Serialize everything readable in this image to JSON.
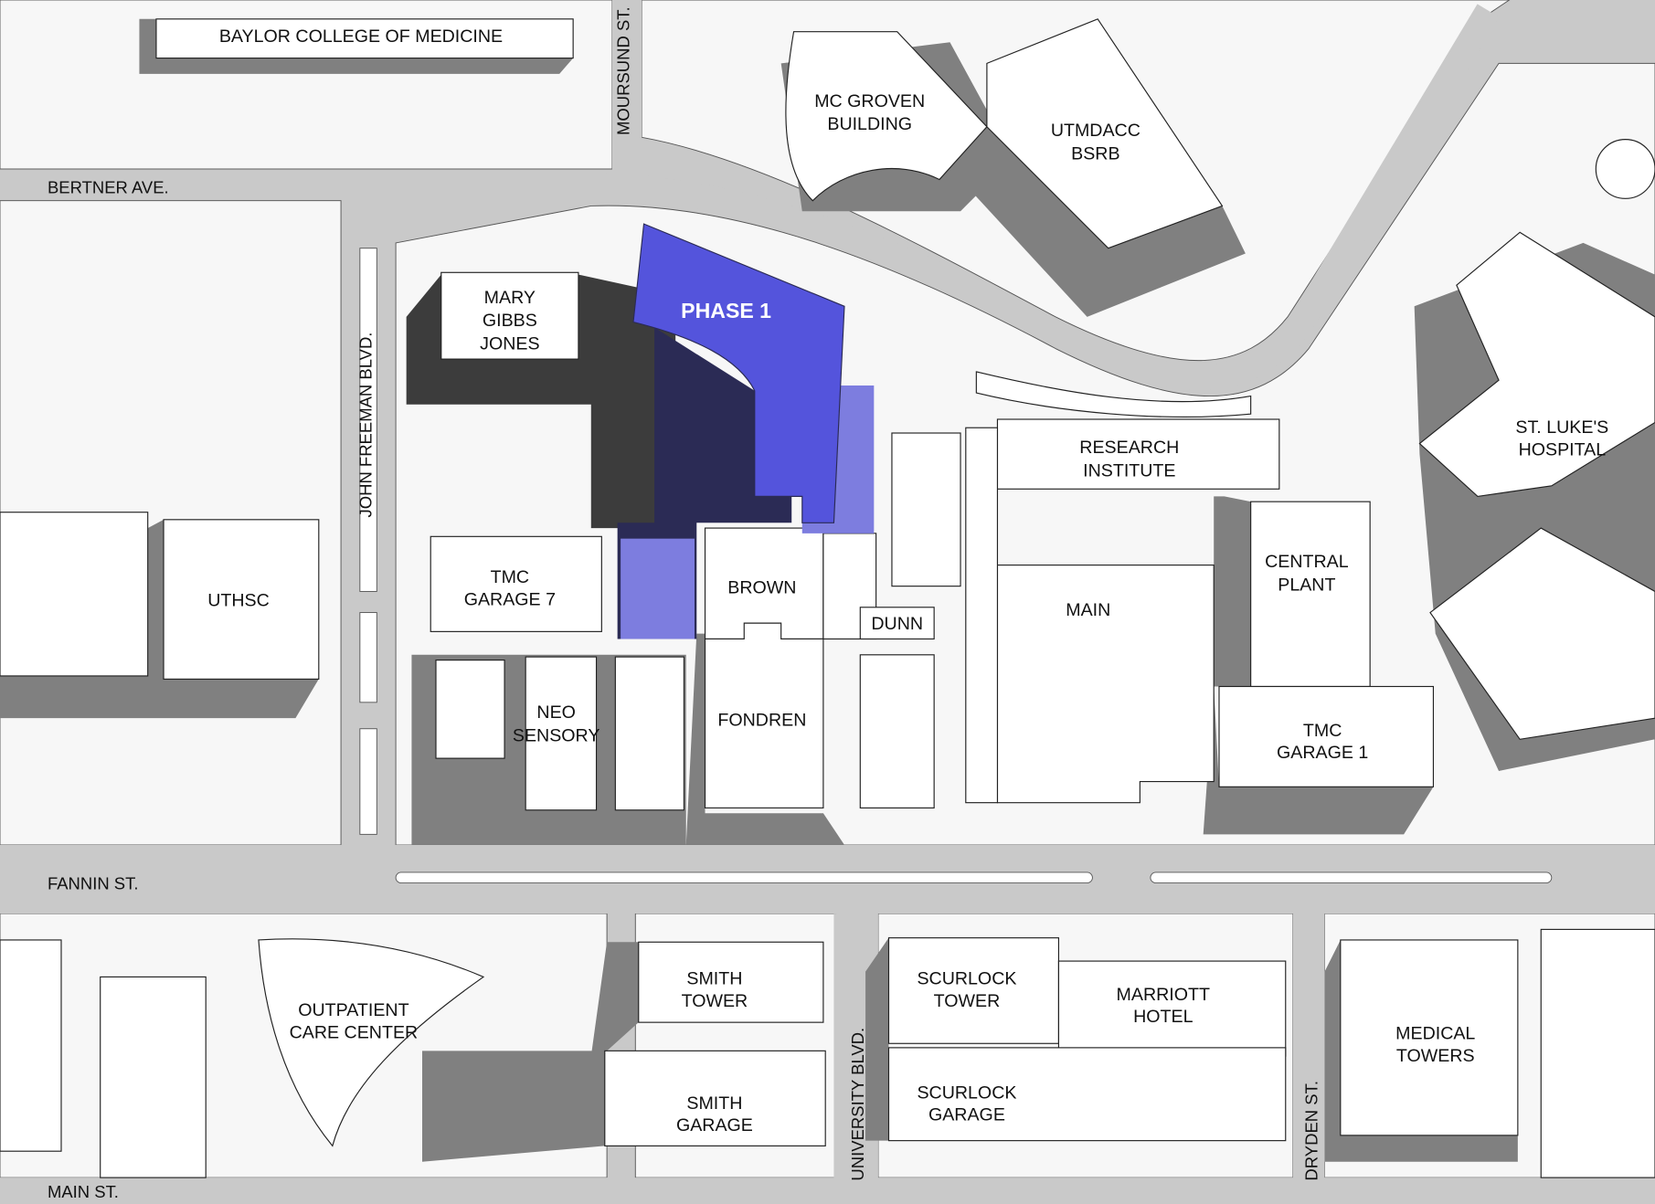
{
  "map": {
    "highlight_color": "#5454dc",
    "highlight_dark": "#2b2b55",
    "highlight_light": "#7d7ddf"
  },
  "highlight": {
    "label": "PHASE 1"
  },
  "buildings": {
    "baylor": [
      "BAYLOR COLLEGE OF MEDICINE"
    ],
    "mcgroven": [
      "MC GROVEN",
      "BUILDING"
    ],
    "utmdacc": [
      "UTMDACC",
      "BSRB"
    ],
    "marygibbs": [
      "MARY",
      "GIBBS",
      "JONES"
    ],
    "research": [
      "RESEARCH",
      "INSTITUTE"
    ],
    "stlukes": [
      "ST. LUKE'S",
      "HOSPITAL"
    ],
    "central": [
      "CENTRAL",
      "PLANT"
    ],
    "main": [
      "MAIN"
    ],
    "garage1": [
      "TMC",
      "GARAGE 1"
    ],
    "uthsc": [
      "UTHSC"
    ],
    "garage7": [
      "TMC",
      "GARAGE 7"
    ],
    "brown": [
      "BROWN"
    ],
    "dunn": [
      "DUNN"
    ],
    "fondren": [
      "FONDREN"
    ],
    "neo": [
      "NEO",
      "SENSORY"
    ],
    "smithtower": [
      "SMITH",
      "TOWER"
    ],
    "smithgarage": [
      "SMITH",
      "GARAGE"
    ],
    "scurlocktower": [
      "SCURLOCK",
      "TOWER"
    ],
    "marriott": [
      "MARRIOTT",
      "HOTEL"
    ],
    "scurlockgarage": [
      "SCURLOCK",
      "GARAGE"
    ],
    "medicaltowers": [
      "MEDICAL",
      "TOWERS"
    ],
    "outpatient": [
      "OUTPATIENT",
      "CARE CENTER"
    ]
  },
  "streets": {
    "bertner": "BERTNER AVE.",
    "fannin": "FANNIN ST.",
    "main": "MAIN ST.",
    "moursund": "MOURSUND ST.",
    "freeman": "JOHN FREEMAN BLVD.",
    "university": "UNIVERSITY BLVD.",
    "dryden": "DRYDEN ST."
  }
}
